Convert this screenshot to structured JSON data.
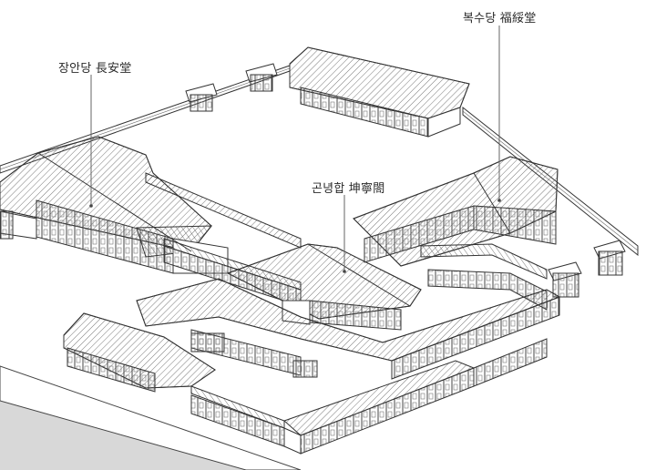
{
  "labels": {
    "changan": "장안당 長安堂",
    "gonnyeong": "곤녕합 坤寧閤",
    "boksu": "복수당 福綏堂"
  },
  "colors": {
    "line": "#2f2f2f",
    "roof": "#ffffff",
    "ground": "#ffffff",
    "shadow_ground": "#dcdcdc",
    "leader": "#666666"
  },
  "icons": []
}
